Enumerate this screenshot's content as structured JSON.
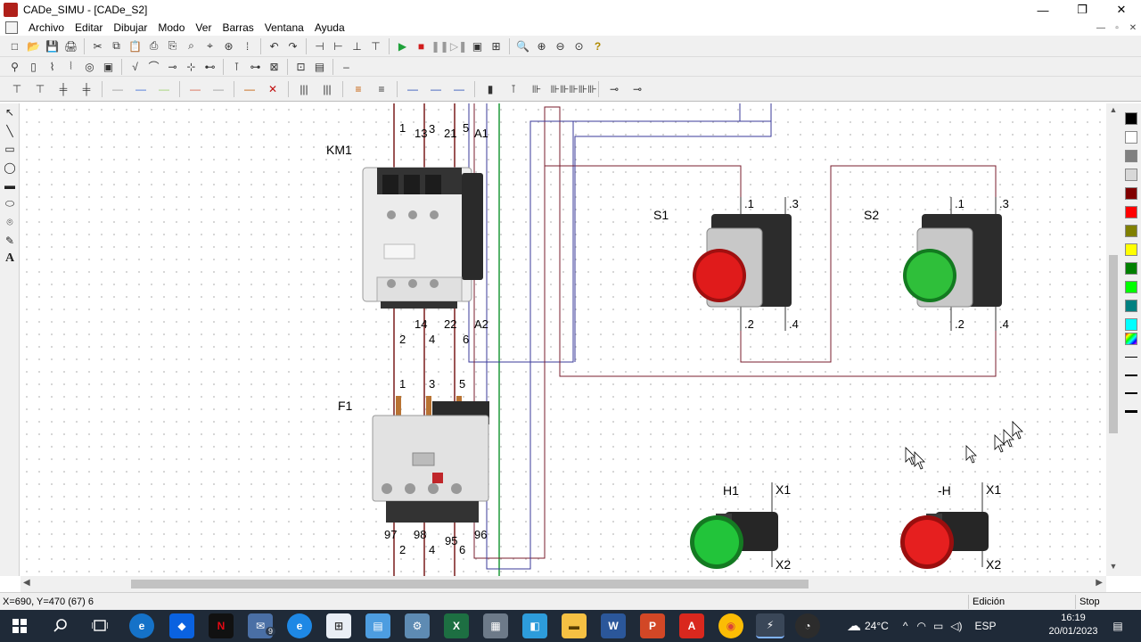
{
  "window": {
    "title": "CADe_SIMU - [CADe_S2]",
    "controls": [
      "—",
      "❐",
      "✕"
    ],
    "mdi_controls": [
      "—",
      "▫",
      "✕"
    ]
  },
  "menu": [
    "Archivo",
    "Editar",
    "Dibujar",
    "Modo",
    "Ver",
    "Barras",
    "Ventana",
    "Ayuda"
  ],
  "toolbar1": [
    "□",
    "📂",
    "💾",
    "🖨",
    "✂",
    "⧉",
    "📋",
    "⎙",
    "⎘",
    "⌕",
    "⌖",
    "⊛",
    "⁞",
    "↶",
    "↷",
    "⊣",
    "⊢",
    "⊥",
    "⊤",
    "▶",
    "■",
    "❚❚",
    "▷❚",
    "▣",
    "⊞",
    "🔍",
    "⊕",
    "⊖",
    "⊙",
    "?"
  ],
  "toolbar2": [
    "⚲",
    "▯",
    "⌇",
    "⦚",
    "◎",
    "▣",
    "√",
    "⌒",
    "⊸",
    "⊹",
    "⊷",
    "⊺",
    "⊶",
    "⊠",
    "⊡",
    "▤",
    "–"
  ],
  "toolbar3": [
    "⊤",
    "⊤",
    "╪",
    "╪",
    "—",
    "—",
    "—",
    "—",
    "—",
    "—",
    "✕",
    "|||",
    "|||",
    "≡",
    "≡",
    "—",
    "—",
    "—",
    "▮",
    "⊺",
    "⊪",
    "⊪⊪",
    "⊪⊪⊪",
    "⊸",
    "⊸"
  ],
  "left_tools": [
    "↖",
    "╲",
    "▭",
    "◯",
    "▬",
    "⬭",
    "⌾",
    "✎",
    "A"
  ],
  "palette_colors": [
    "#000000",
    "#ffffff",
    "#808080",
    "#d8d8d8",
    "#800000",
    "#ff0000",
    "#808000",
    "#ffff00",
    "#008000",
    "#00ff00",
    "#008080",
    "#00ffff"
  ],
  "schematic": {
    "km1": {
      "name": "KM1",
      "top_terminals": [
        "1",
        "13",
        "3",
        "21",
        "5",
        "A1"
      ],
      "bottom_terminals": [
        "2",
        "14",
        "4",
        "22",
        "6",
        "A2"
      ]
    },
    "f1": {
      "name": "F1",
      "top_terminals": [
        "1",
        "3",
        "5"
      ],
      "bottom_terminals": [
        "97",
        "2",
        "98",
        "4",
        "95",
        "6",
        "96"
      ]
    },
    "s1": {
      "name": "S1",
      "terminals": [
        ".1",
        ".3",
        ".2",
        ".4"
      ],
      "color": "#e01b1b"
    },
    "s2": {
      "name": "S2",
      "terminals": [
        ".1",
        ".3",
        ".2",
        ".4"
      ],
      "color": "#2fbf3a"
    },
    "h1": {
      "name": "H1",
      "terminals": [
        "X1",
        "X2"
      ],
      "color": "#22c43a"
    },
    "h2": {
      "name": "-H",
      "terminals": [
        "X1",
        "X2"
      ],
      "color": "#e61f1f"
    }
  },
  "status": {
    "coords": "X=690, Y=470 (67) 6",
    "mode": "Edición",
    "sim": "Stop"
  },
  "taskbar": {
    "apps": [
      "Start",
      "Search",
      "Task View",
      "Edge",
      "Dropbox",
      "Netflix",
      "Mail",
      "IE",
      "Store",
      "Files",
      "Settings",
      "Excel",
      "Calc",
      "Notes",
      "Explorer",
      "Word",
      "PowerPoint",
      "Acrobat",
      "Chrome",
      "CADe",
      "Other"
    ],
    "mail_badge": "9",
    "weather": "24°C",
    "lang": "ESP",
    "time": "16:19",
    "date": "20/01/2023"
  }
}
